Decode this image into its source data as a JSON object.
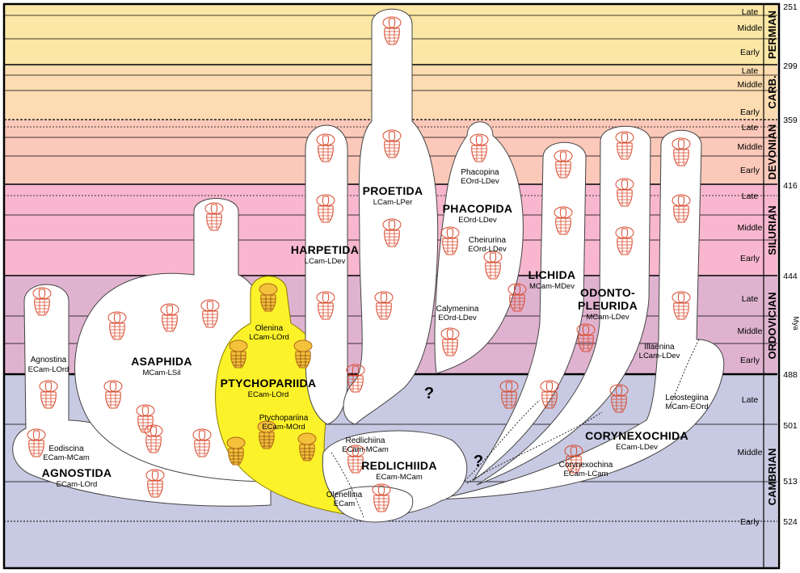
{
  "colors": {
    "permian": "#fbe7a6",
    "carboniferous": "#fcdcb0",
    "devonian": "#fbc8ba",
    "silurian": "#f8b7cf",
    "ordovician": "#dfb3d0",
    "cambrian": "#c8c9e2",
    "ptychopariida": "#fbf22a",
    "trilobite_line": "#d9482b",
    "ptycho_line": "#c8771a",
    "clade_fill": "#ffffff"
  },
  "mya_ticks": [
    "251",
    "299",
    "359",
    "416",
    "444",
    "488",
    "501",
    "513",
    "524"
  ],
  "mya_unit": "Mya",
  "periods": [
    "PERMIAN",
    "CARB.",
    "DEVONIAN",
    "SILURIAN",
    "ORDOVICIAN",
    "CAMBRIAN"
  ],
  "epochs": [
    "Late",
    "Middle",
    "Early",
    "Late",
    "Middle",
    "Early",
    "Late",
    "Middle",
    "Early",
    "Late",
    "Middle",
    "Early",
    "Late",
    "Middle",
    "Early",
    "Late",
    "Middle",
    "Early"
  ],
  "orders": {
    "agnostida": {
      "name": "AGNOSTIDA",
      "range": "ECam-LOrd"
    },
    "asaphida": {
      "name": "ASAPHIDA",
      "range": "MCam-LSil"
    },
    "ptychopariida": {
      "name": "PTYCHOPARIIDA",
      "range": "ECam-LOrd"
    },
    "harpetida": {
      "name": "HARPETIDA",
      "range": "LCam-LDev"
    },
    "proetida": {
      "name": "PROETIDA",
      "range": "LCam-LPer"
    },
    "phacopida": {
      "name": "PHACOPIDA",
      "range": "EOrd-LDev"
    },
    "lichida": {
      "name": "LICHIDA",
      "range": "MCam-MDev"
    },
    "odontopleurida_1": "ODONTO-",
    "odontopleurida_2": "PLEURIDA",
    "odontopleurida_range": "MCam-LDev",
    "corynexochida": {
      "name": "CORYNEXOCHIDA",
      "range": "ECam-LDev"
    },
    "redlichiida": {
      "name": "REDLICHIIDA",
      "range": "ECam-MCam"
    }
  },
  "suborders": {
    "agnostina": {
      "name": "Agnostina",
      "range": "ECam-LOrd"
    },
    "eodiscina": {
      "name": "Eodiscina",
      "range": "ECam-MCam"
    },
    "olenina": {
      "name": "Olenina",
      "range": "LCam-LOrd"
    },
    "ptychopariina": {
      "name": "Ptychopariina",
      "range": "ECam-MOrd"
    },
    "phacopina": {
      "name": "Phacopina",
      "range": "EOrd-LDev"
    },
    "cheirurina": {
      "name": "Cheirurina",
      "range": "EOrd-LDev"
    },
    "calymenina": {
      "name": "Calymenina",
      "range": "EOrd-LDev"
    },
    "illaenina": {
      "name": "Illaenina",
      "range": "LCam-LDev"
    },
    "leiostegiina": {
      "name": "Leiostegiina",
      "range": "MCam-EOrd"
    },
    "corynexochina": {
      "name": "Corynexochina",
      "range": "ECam-LCam"
    },
    "redlichiina": {
      "name": "Redlichiina",
      "range": "ECam-MCam"
    },
    "olenellina": {
      "name": "Olenellina",
      "range": "ECam"
    }
  },
  "unknown_marks": [
    "?",
    "?"
  ]
}
